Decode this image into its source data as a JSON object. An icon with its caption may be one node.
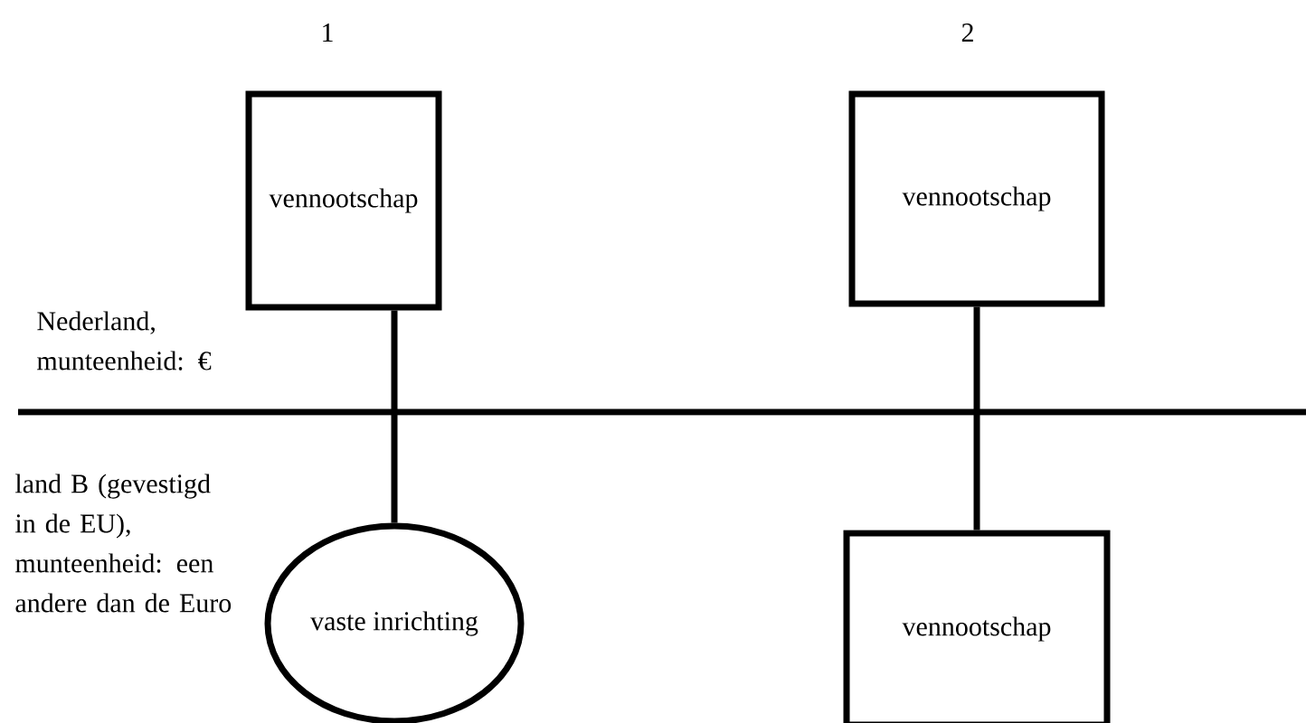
{
  "diagram": {
    "nodes": [
      {
        "text": [
          "vennootschap"
        ]
      },
      {
        "text": [
          "vennootschap"
        ]
      },
      {
        "text": [
          "vaste inrichting"
        ]
      },
      {
        "text": [
          "vennootschap"
        ]
      }
    ],
    "edges": [
      {
        "from": 0,
        "to": 2,
        "arrow": "none"
      },
      {
        "from": 1,
        "to": 3,
        "arrow": "none"
      }
    ],
    "labels": [
      "1",
      "2",
      "Nederland, munteenheid: €",
      "land B (gevestigd in de EU), munteenheid: een andere dan de Euro"
    ]
  }
}
